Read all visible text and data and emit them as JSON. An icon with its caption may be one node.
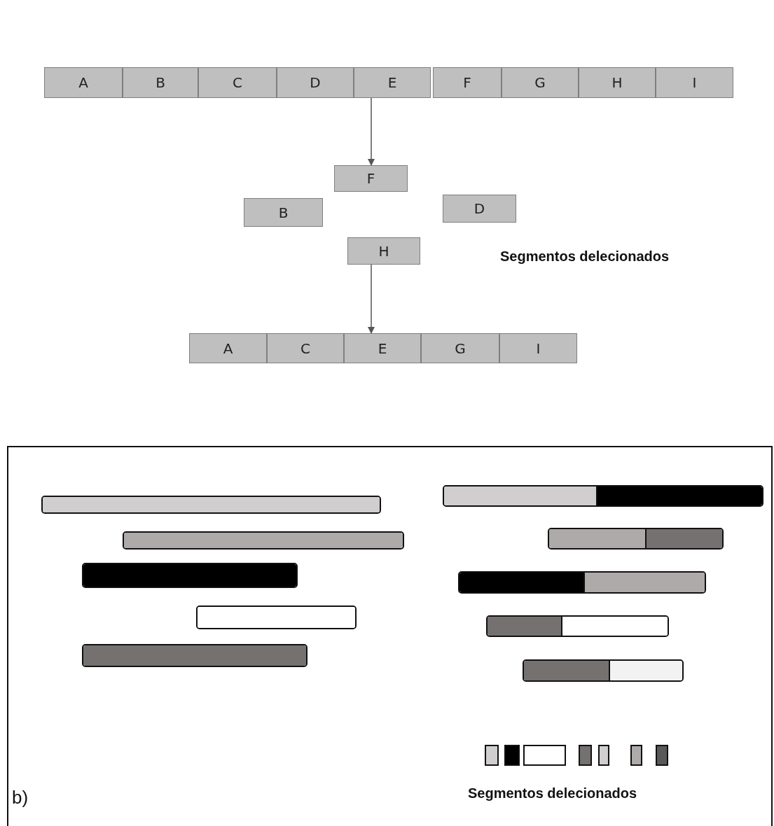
{
  "diagram": {
    "nodes": [
      {
        "text": [
          "A"
        ]
      },
      {
        "text": [
          "B"
        ]
      },
      {
        "text": [
          "C"
        ]
      },
      {
        "text": [
          "D"
        ]
      },
      {
        "text": [
          "E"
        ]
      },
      {
        "text": [
          "F"
        ]
      },
      {
        "text": [
          "G"
        ]
      },
      {
        "text": [
          "H"
        ]
      },
      {
        "text": [
          "I"
        ]
      },
      {
        "text": [
          "F"
        ]
      },
      {
        "text": [
          "B"
        ]
      },
      {
        "text": [
          "D"
        ]
      },
      {
        "text": [
          "H"
        ]
      },
      {
        "text": [
          "A"
        ]
      },
      {
        "text": [
          "C"
        ]
      },
      {
        "text": [
          "E"
        ]
      },
      {
        "text": [
          "G"
        ]
      },
      {
        "text": [
          "I"
        ]
      },
      {
        "text": [
          "b)"
        ]
      },
      {
        "text": [],
        "shape": "bar",
        "in": 18
      },
      {
        "text": [],
        "shape": "bar",
        "in": 18
      },
      {
        "text": [],
        "shape": "bar",
        "in": 18
      },
      {
        "text": [],
        "shape": "bar",
        "in": 18
      },
      {
        "text": [],
        "shape": "bar",
        "in": 18
      },
      {
        "text": [],
        "shape": "bar",
        "in": 18
      },
      {
        "text": [],
        "shape": "bar",
        "in": 18
      },
      {
        "text": [],
        "shape": "bar",
        "in": 18
      },
      {
        "text": [],
        "shape": "bar",
        "in": 18
      },
      {
        "text": [],
        "shape": "bar",
        "in": 18
      },
      {
        "text": [],
        "shape": "box",
        "in": 18
      },
      {
        "text": [],
        "shape": "box",
        "in": 18
      },
      {
        "text": [],
        "shape": "box",
        "in": 18
      },
      {
        "text": [],
        "shape": "box",
        "in": 18
      },
      {
        "text": [],
        "shape": "box",
        "in": 18
      },
      {
        "text": [],
        "shape": "box",
        "in": 18
      },
      {
        "text": [],
        "shape": "box",
        "in": 18
      }
    ],
    "edges": [
      {
        "from": 4,
        "to": 9,
        "arrow": "to"
      },
      {
        "from": 12,
        "to": 15,
        "arrow": "to"
      }
    ],
    "labels": [
      "Segmentos delecionados",
      "Segmentos delecionados"
    ]
  }
}
